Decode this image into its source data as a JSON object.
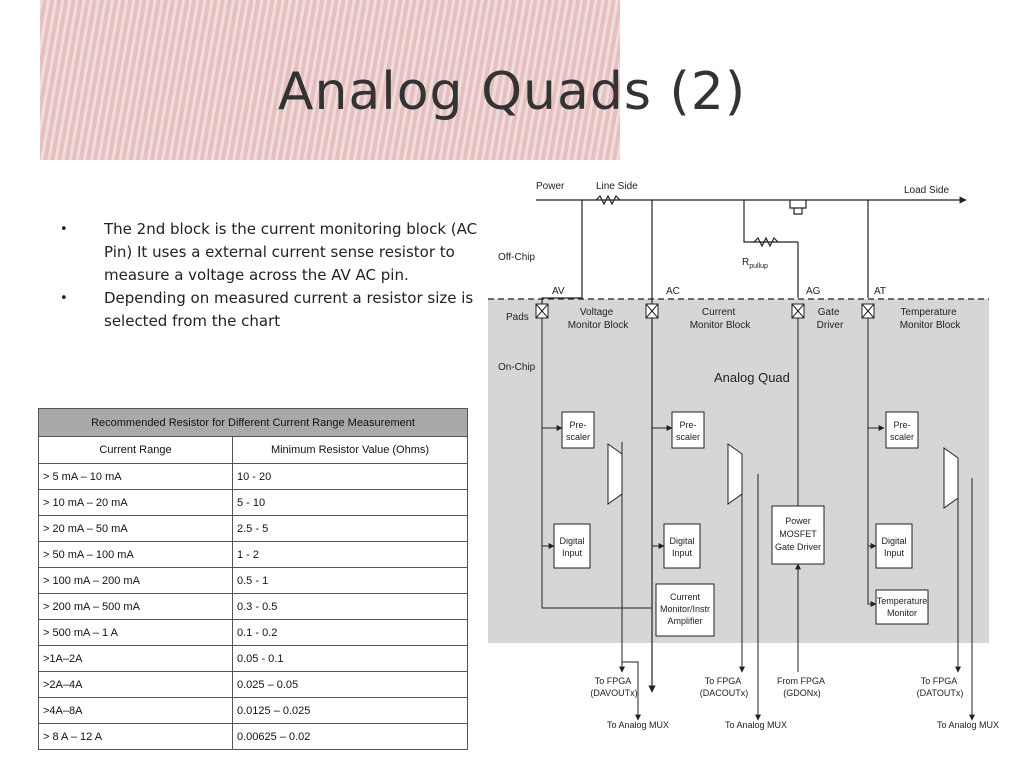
{
  "slide": {
    "title": "Analog Quads (2)",
    "bullets": [
      "The 2nd block is the current monitoring block (AC Pin)  It uses a external current sense resistor to measure a voltage across the AV AC pin.",
      "Depending on measured current a resistor size is selected from the chart"
    ]
  },
  "table": {
    "caption": "Recommended Resistor for Different Current Range Measurement",
    "headers": [
      "Current Range",
      "Minimum Resistor Value (Ohms)"
    ],
    "rows": [
      [
        "> 5 mA – 10 mA",
        "10 - 20"
      ],
      [
        "> 10 mA – 20 mA",
        "5 - 10"
      ],
      [
        "> 20 mA – 50 mA",
        "2.5 - 5"
      ],
      [
        "> 50 mA – 100 mA",
        "1 - 2"
      ],
      [
        "> 100 mA – 200 mA",
        "0.5 - 1"
      ],
      [
        "> 200 mA – 500 mA",
        "0.3 - 0.5"
      ],
      [
        "> 500 mA – 1 A",
        "0.1 - 0.2"
      ],
      [
        ">1A–2A",
        "0.05 - 0.1"
      ],
      [
        ">2A–4A",
        "0.025 – 0.05"
      ],
      [
        ">4A–8A",
        "0.0125 – 0.025"
      ],
      [
        "> 8 A – 12 A",
        "0.00625 – 0.02"
      ]
    ]
  },
  "diagram": {
    "power": "Power",
    "line_side": "Line Side",
    "load_side": "Load Side",
    "off_chip": "Off-Chip",
    "pads": "Pads",
    "on_chip": "On-Chip",
    "rpullup": "R",
    "rpullup_sub": "pullup",
    "analog_quad": "Analog Quad",
    "pins": {
      "av": "AV",
      "ac": "AC",
      "ag": "AG",
      "at": "AT"
    },
    "monitors": {
      "voltage": [
        "Voltage",
        "Monitor Block"
      ],
      "current": [
        "Current",
        "Monitor Block"
      ],
      "gate": [
        "Gate",
        "Driver"
      ],
      "temperature": [
        "Temperature",
        "Monitor Block"
      ]
    },
    "prescaler": [
      "Pre-",
      "scaler"
    ],
    "digital_input": [
      "Digital",
      "Input"
    ],
    "current_amp": [
      "Current",
      "Monitor/Instr",
      "Amplifier"
    ],
    "power_mosfet": [
      "Power",
      "MOSFET",
      "Gate Driver"
    ],
    "temp_monitor": [
      "Temperature",
      "Monitor"
    ],
    "to_fpga_davout": [
      "To FPGA",
      "(DAVOUTx)"
    ],
    "to_fpga_dacout": [
      "To FPGA",
      "(DACOUTx)"
    ],
    "from_fpga_gdon": [
      "From FPGA",
      "(GDONx)"
    ],
    "to_fpga_datout": [
      "To FPGA",
      "(DATOUTx)"
    ],
    "to_analog_mux": "To Analog MUX"
  }
}
